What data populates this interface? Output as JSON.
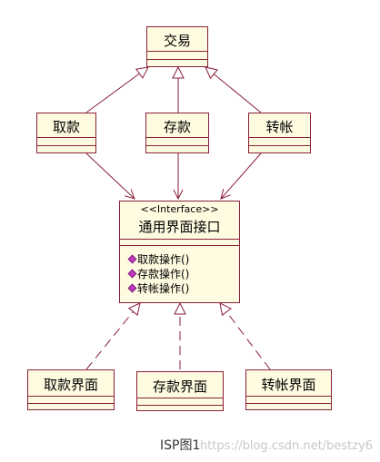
{
  "classes": {
    "jiaoyi": {
      "name": "交易"
    },
    "qukuan": {
      "name": "取款"
    },
    "cunkuan": {
      "name": "存款"
    },
    "zhuanzhang": {
      "name": "转帐"
    },
    "interface": {
      "stereotype": "<<Interface>>",
      "name": "通用界面接口",
      "operations": [
        "取款操作()",
        "存款操作()",
        "转帐操作()"
      ]
    },
    "qukuan_ui": {
      "name": "取款界面"
    },
    "cunkuan_ui": {
      "name": "存款界面"
    },
    "zhuanzhang_ui": {
      "name": "转帐界面"
    }
  },
  "caption": "ISP图1",
  "watermark": "https://blog.csdn.net/bestzy6",
  "colors": {
    "border": "#8a1f3a",
    "fill": "#fffbe0",
    "line": "#8a1f3a",
    "op_icon": "#c23cc2"
  }
}
